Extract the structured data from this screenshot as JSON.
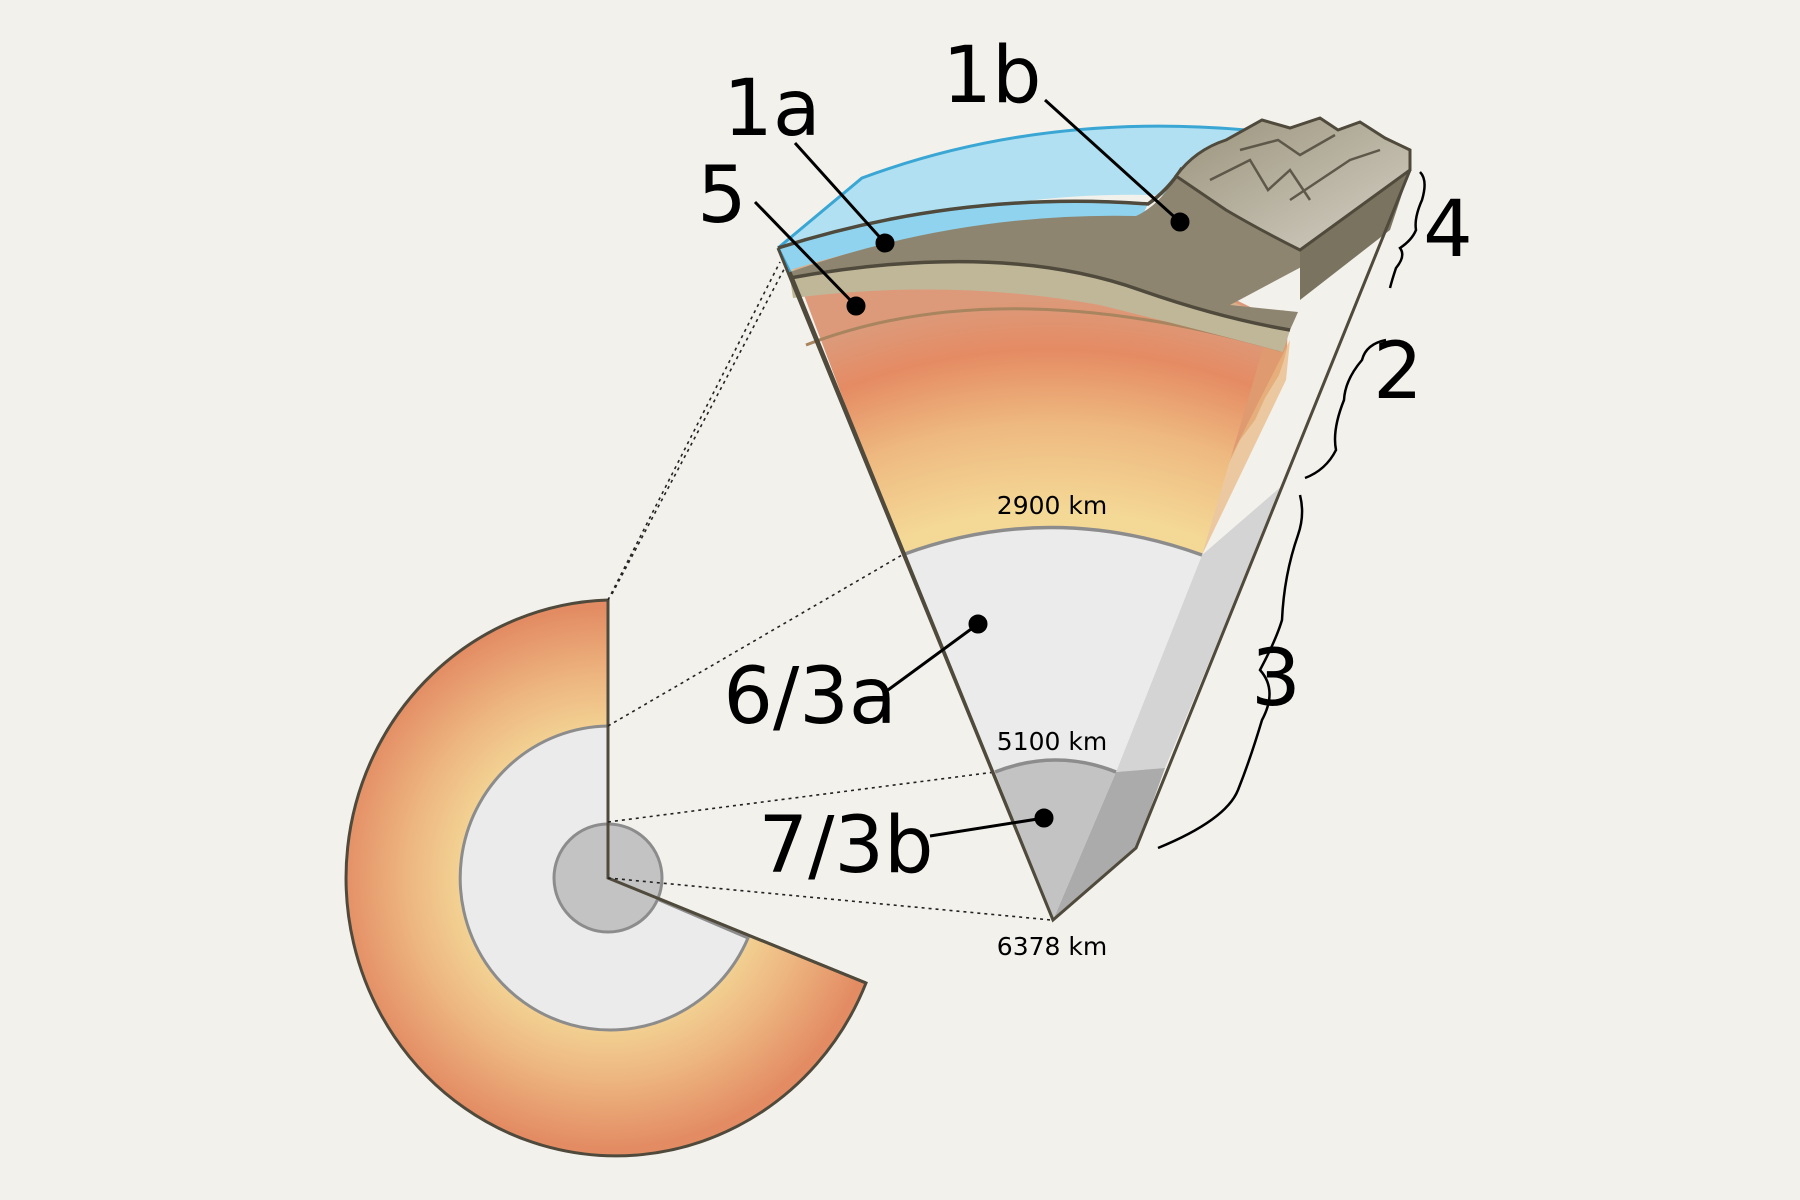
{
  "diagram": {
    "labels": {
      "l_1a": "1a",
      "l_1b": "1b",
      "l_5": "5",
      "l_4": "4",
      "l_2": "2",
      "l_3": "3",
      "l_6_3a": "6/3a",
      "l_7_3b": "7/3b"
    },
    "depths": {
      "d2900": "2900 km",
      "d5100": "5100 km",
      "d6378": "6378 km"
    },
    "colors": {
      "background": "#f3f1ec",
      "ocean": "#8fd3ee",
      "crust": "#8d8570",
      "mantle_hot": "#e28c62",
      "mantle_cool": "#f0cf8e",
      "outer_core": "#ebebeb",
      "inner_core": "#c3c3c3",
      "outline": "#4f4a3c"
    }
  }
}
